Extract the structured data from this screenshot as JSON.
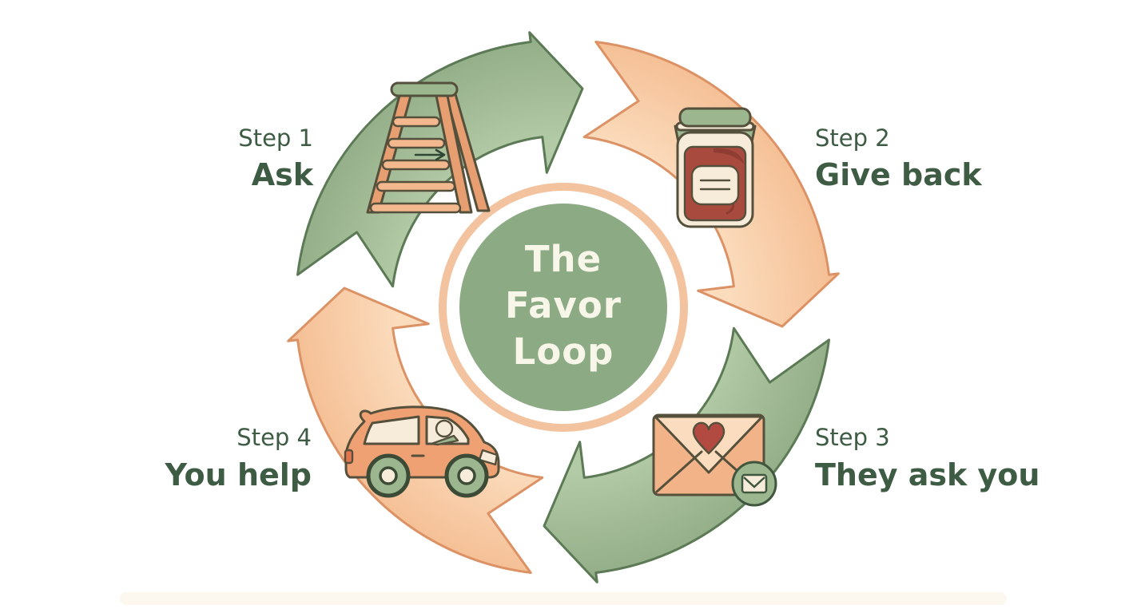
{
  "title": {
    "line1": "The",
    "line2": "Favor",
    "line3": "Loop"
  },
  "steps": [
    {
      "kicker": "Step 1",
      "label": "Ask",
      "icon": "ladder-icon",
      "position": "top-left"
    },
    {
      "kicker": "Step 2",
      "label": "Give back",
      "icon": "jam-jar-icon",
      "position": "top-right"
    },
    {
      "kicker": "Step 3",
      "label": "They ask you",
      "icon": "envelope-icon",
      "position": "bottom-right"
    },
    {
      "kicker": "Step 4",
      "label": "You help",
      "icon": "car-icon",
      "position": "bottom-left"
    }
  ],
  "loop": {
    "arrow_count": 4,
    "direction": "clockwise"
  },
  "colors": {
    "background": "#ffffff",
    "arrow_green": "#94af89",
    "arrow_green_light": "#b3caa6",
    "arrow_green_stroke": "#5c7a55",
    "arrow_peach": "#f5c096",
    "arrow_peach_light": "#fbdcbd",
    "arrow_peach_stroke": "#dc9265",
    "center_circle": "#8cab84",
    "center_ring": "#f3c29e",
    "title_text": "#f8f5e9",
    "step_text": "#3e5b44",
    "wood": "#e79e70",
    "wood_light": "#f3b88e",
    "leaf": "#9cb78f",
    "jam": "#a84b3e",
    "jam_shadow": "#8f3d33",
    "cream": "#f7ecd9",
    "heart": "#b34a41",
    "envelope_body": "#f2b388",
    "envelope_flap": "#fbdcbe",
    "car_body": "#f0a173",
    "taillight": "#e4764f",
    "footer_band": "#f9efe0"
  }
}
